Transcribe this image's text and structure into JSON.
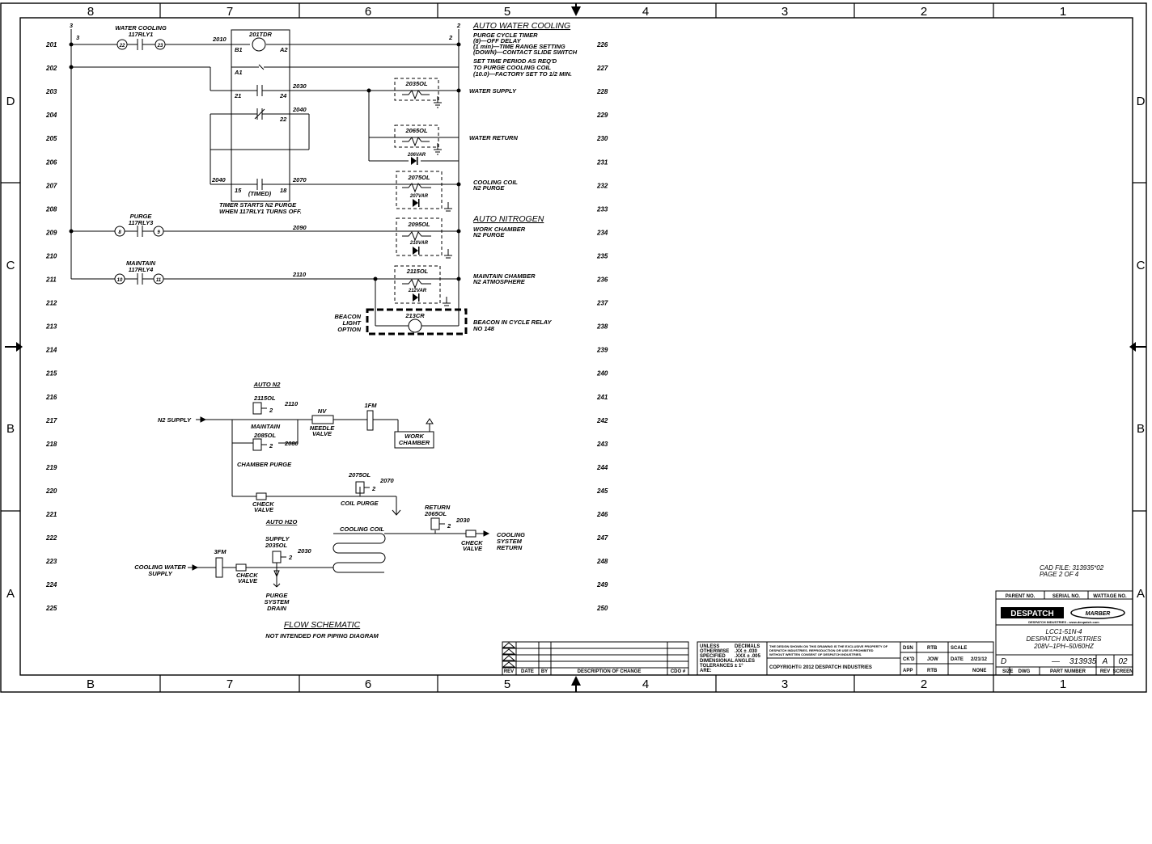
{
  "zones_top": [
    "8",
    "7",
    "6",
    "5",
    "4",
    "3",
    "2",
    "1"
  ],
  "zones_bottom": [
    "B",
    "7",
    "6",
    "5",
    "4",
    "3",
    "2",
    "1"
  ],
  "zones_side": [
    "D",
    "C",
    "B",
    "A"
  ],
  "rungs_left": [
    "201",
    "202",
    "203",
    "204",
    "205",
    "206",
    "207",
    "208",
    "209",
    "210",
    "211",
    "212",
    "213",
    "214",
    "215",
    "216",
    "217",
    "218",
    "219",
    "220",
    "221",
    "222",
    "223",
    "224",
    "225"
  ],
  "rungs_right": [
    "226",
    "227",
    "228",
    "229",
    "230",
    "231",
    "232",
    "233",
    "234",
    "235",
    "236",
    "237",
    "238",
    "239",
    "240",
    "241",
    "242",
    "243",
    "244",
    "245",
    "246",
    "247",
    "248",
    "249",
    "250"
  ],
  "ladder": {
    "wire_left": "3",
    "wire_right": "2",
    "water_cooling": [
      "WATER COOLING",
      "117RLY1"
    ],
    "purge": [
      "PURGE",
      "117RLY3"
    ],
    "maintain": [
      "MAINTAIN",
      "117RLY4"
    ],
    "t22": "22",
    "t23": "23",
    "t8": "8",
    "t9": "9",
    "t10": "10",
    "t11": "11",
    "timer": "201TDR",
    "b1": "B1",
    "a2": "A2",
    "a1": "A1",
    "c21": "21",
    "c24": "24",
    "c22": "22",
    "c15": "15",
    "c18": "18",
    "timed": "(TIMED)",
    "w2010": "2010",
    "w2030": "2030",
    "w2040": "2040",
    "w2040b": "2040",
    "w2070": "2070",
    "w2090": "2090",
    "w2110": "2110",
    "timer_note": [
      "TIMER STARTS N2 PURGE",
      "WHEN 117RLY1 TURNS OFF."
    ],
    "sol_2035": "2035OL",
    "sol_2065": "2065OL",
    "sol_2075": "2075OL",
    "sol_2095": "2095OL",
    "sol_2115": "2115OL",
    "var_206": "206VAR",
    "var_207": "207VAR",
    "var_210": "210VAR",
    "var_212": "212VAR",
    "cr_213": "213CR",
    "beacon_opt": [
      "BEACON",
      "LIGHT",
      "OPTION"
    ]
  },
  "descriptions": {
    "auto_water_cooling": "AUTO WATER COOLING",
    "purge_note": [
      "PURGE CYCLE TIMER",
      "(8)—OFF DELAY",
      "(1 min)—TIME RANGE SETTING",
      "(DOWN)—CONTACT SLIDE SWITCH"
    ],
    "set_note": [
      "SET TIME PERIOD AS REQ'D",
      "TO PURGE COOLING COIL",
      "(10.0)—FACTORY SET TO 1/2 MIN."
    ],
    "water_supply": "WATER SUPPLY",
    "water_return": "WATER RETURN",
    "cooling_coil": [
      "COOLING COIL",
      "N2 PURGE"
    ],
    "auto_nitrogen": "AUTO NITROGEN",
    "work_chamber": [
      "WORK CHAMBER",
      "N2 PURGE"
    ],
    "maintain_chamber": [
      "MAINTAIN CHAMBER",
      "N2 ATMOSPHERE"
    ],
    "beacon": [
      "BEACON IN CYCLE RELAY",
      "NO 148"
    ]
  },
  "flow": {
    "auto_n2": "AUTO N2",
    "n2_supply": "N2 SUPPLY",
    "s2115": "2115OL",
    "s2115w": "2110",
    "s2115n": "2",
    "maintain": "MAINTAIN",
    "s2085": "2085OL",
    "s2085w": "2080",
    "s2085n": "2",
    "chamber_purge": "CHAMBER PURGE",
    "nv": "NV",
    "needle_valve": [
      "NEEDLE",
      "VALVE"
    ],
    "fm": "1FM",
    "work_chamber": [
      "WORK",
      "CHAMBER"
    ],
    "check_valve_1": [
      "CHECK",
      "VALVE"
    ],
    "s2075": "2075OL",
    "s2075w": "2070",
    "s2075n": "2",
    "coil_purge": "COIL PURGE",
    "auto_h2o": "AUTO H2O",
    "return_lbl": [
      "RETURN",
      "2065OL"
    ],
    "s2065w": "2030",
    "s2065n": "2",
    "cooling_coil": "COOLING COIL",
    "check_valve_2": [
      "CHECK",
      "VALVE"
    ],
    "cooling_return": [
      "COOLING",
      "SYSTEM",
      "RETURN"
    ],
    "supply_lbl": [
      "SUPPLY",
      "2035OL"
    ],
    "s2035w": "2030",
    "s2035n": "2",
    "sfm": "3FM",
    "cooling_water": [
      "COOLING WATER",
      "SUPPLY"
    ],
    "check_valve_3": [
      "CHECK",
      "VALVE"
    ],
    "purge_drain": [
      "PURGE",
      "SYSTEM",
      "DRAIN"
    ],
    "title": "FLOW SCHEMATIC",
    "subtitle": "NOT INTENDED FOR PIPING DIAGRAM"
  },
  "title_block": {
    "cad_file": "CAD FILE: 313935*02",
    "page": "PAGE 2 OF 4",
    "rev_headers": [
      "REV",
      "DATE",
      "BY",
      "DESCRIPTION OF CHANGE",
      "CDO #"
    ],
    "unless": [
      "UNLESS",
      "OTHERWISE",
      "SPECIFIED",
      "DIMENSIONAL",
      "TOLERANCES",
      "ARE:"
    ],
    "decimals": [
      "DECIMALS",
      ".XX ± .030",
      ".XXX ± .005",
      "ANGLES",
      "± 1°"
    ],
    "prop_note": [
      "THE DESIGN SHOWN ON THIS DRAWING IS THE EXCLUSIVE PROPERTY OF",
      "DESPATCH INDUSTRIES. REPRODUCTION OR USE IS PROHIBITED",
      "WITHOUT WRITTEN CONSENT OF DESPATCH INDUSTRIES."
    ],
    "copyright": "COPYRIGHT© 2012 DESPATCH INDUSTRIES",
    "sign_rows": [
      [
        "DSN",
        "RTB"
      ],
      [
        "CK'D",
        "JOW"
      ],
      [
        "APP",
        "RTB"
      ]
    ],
    "scale": "SCALE",
    "date_lbl": "DATE",
    "date": "2/21/12",
    "size_note": "NONE",
    "top_labels": [
      "PARENT NO.",
      "SERIAL NO.",
      "WATTAGE NO."
    ],
    "logo": "DESPATCH",
    "logo2": "MARBER",
    "logo_sub": "DESPATCH INDUSTRIES - www.despatch.com",
    "title_lines": [
      "LCC1-51N-4",
      "DESPATCH INDUSTRIES",
      "208V–1PH–50/60HZ"
    ],
    "size": "D",
    "part_no": "313935",
    "rev": "A",
    "sheet": "02",
    "bottom_labels": [
      "SIZE",
      "DWG",
      "PART NUMBER",
      "REV",
      "SCREEN"
    ]
  }
}
